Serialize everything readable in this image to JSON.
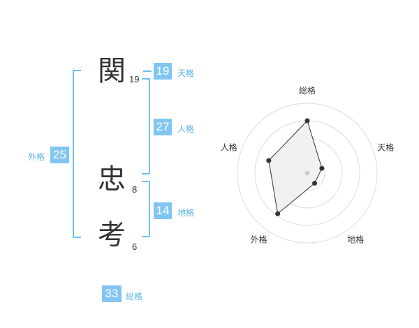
{
  "name": {
    "chars": [
      {
        "kanji": "関",
        "strokes": "19"
      },
      {
        "kanji": "忠",
        "strokes": "8"
      },
      {
        "kanji": "考",
        "strokes": "6"
      }
    ]
  },
  "kakusu": {
    "tenkaku": {
      "value": "19",
      "label": "天格"
    },
    "jinkaku": {
      "value": "27",
      "label": "人格"
    },
    "chikaku": {
      "value": "14",
      "label": "地格"
    },
    "gaikaku": {
      "value": "25",
      "label": "外格"
    },
    "soukaku": {
      "value": "33",
      "label": "総格"
    }
  },
  "colors": {
    "accent": "#81c6f2",
    "bracket": "#6ec0f0",
    "radar_fill": "#efefef",
    "radar_line": "#333333"
  },
  "chart_data": {
    "type": "radar",
    "axes": [
      "総格",
      "天格",
      "地格",
      "外格",
      "人格"
    ],
    "values": [
      0.75,
      0.22,
      0.18,
      0.72,
      0.58
    ],
    "range": [
      0,
      1
    ],
    "rings": 4
  }
}
